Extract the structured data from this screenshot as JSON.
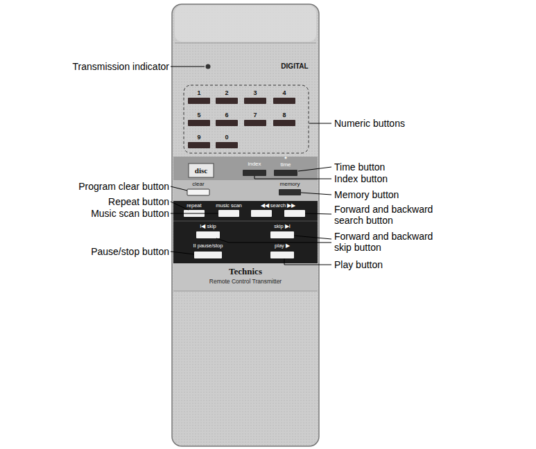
{
  "diagram": {
    "labels": [
      "Transmission indicator",
      "DIGITAL",
      "1",
      "2",
      "3",
      "4",
      "5",
      "6",
      "7",
      "8",
      "9",
      "0",
      "Numeric buttons",
      "disc",
      "index",
      "*",
      "time",
      "Time button",
      "Index button",
      "Program clear button",
      "clear",
      "memory",
      "Memory button",
      "Repeat button",
      "repeat",
      "music scan",
      "◀◀ search ▶▶",
      "Music scan button",
      "Forward and backward search button",
      "I◀ skip",
      "skip ▶I",
      "Forward and backward skip button",
      "Pause/stop button",
      "II pause/stop",
      "play ▶",
      "Play button",
      "Technics",
      "Remote Control Transmitter"
    ]
  }
}
